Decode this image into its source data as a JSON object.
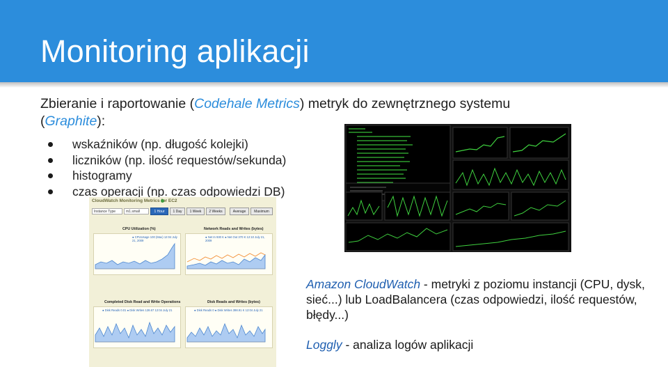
{
  "slide": {
    "title": "Monitoring aplikacji",
    "intro": {
      "before": "Zbieranie i raportowanie (",
      "lib": "Codehale Metrics",
      "middle": ") metryk do zewnętrznego systemu (",
      "system": "Graphite",
      "after": "):"
    },
    "bullets": [
      "wskaźników (np. długość kolejki)",
      "liczników (np. ilość requestów/sekunda)",
      "histogramy",
      "czas operacji (np. czas odpowiedzi DB)"
    ],
    "cloudwatch_note": {
      "name": "Amazon CloudWatch",
      "text": " - metryki z poziomu instancji (CPU, dysk, sieć...) lub LoadBalancera (czas odpowiedzi, ilość requestów, błędy...)"
    },
    "loggly_note": {
      "name": "Loggly",
      "text": " - analiza logów aplikacji"
    }
  },
  "cloudwatch": {
    "title": "CloudWatch Monitoring Metrics for EC2",
    "selects": [
      "Instance Type",
      "m1.small"
    ],
    "ranges": [
      "1 Hour",
      "1 Day",
      "1 Week",
      "2 Weeks",
      "Average",
      "Maximum"
    ],
    "charts": [
      {
        "title": "CPU Utilization (%)",
        "legend": "● CPUUsage 100 (Max) 12:04 July 21, 2009"
      },
      {
        "title": "Network Reads and Writes (bytes)",
        "legend": "● Net In 930 K  ● Net Out 370 K  12:10 July 21, 2009"
      },
      {
        "title": "Completed Disk Read and Write Operations",
        "legend": "● Disk Reads 0.01  ● Disk Writes 128.67  12:04 July 21"
      },
      {
        "title": "Disk Reads and Writes (bytes)",
        "legend": "● Disk Reads 0  ● Disk Writes 398.91 K  12:04 July 21"
      }
    ]
  },
  "colors": {
    "header": "#2c8ddc",
    "accent_text": "#2c8ddc",
    "cloudwatch_fill": "#aeccf2",
    "graphite_green": "#35c935"
  }
}
